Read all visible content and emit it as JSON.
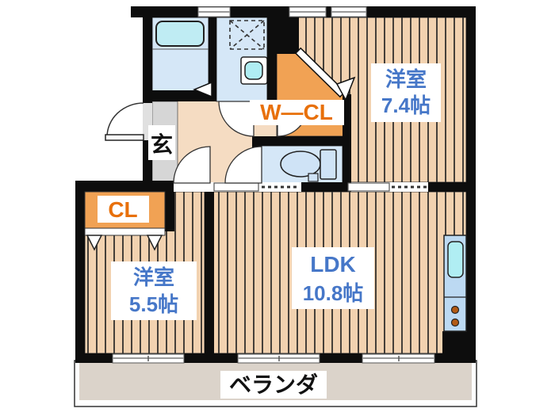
{
  "plan": {
    "rooms": {
      "bedroom1": {
        "name": "洋室",
        "size": "7.4帖"
      },
      "bedroom2": {
        "name": "洋室",
        "size": "5.5帖"
      },
      "ldk": {
        "name": "LDK",
        "size": "10.8帖"
      },
      "walk_in_closet": {
        "label": "W―CL"
      },
      "closet": {
        "label": "CL"
      },
      "entrance": {
        "label": "玄"
      },
      "balcony": {
        "label": "ベランダ"
      }
    },
    "colors": {
      "wall": "#0d0d0d",
      "floor_board": "#f2d2b0",
      "floor_line": "#46403a",
      "hallway": "#f5dcc2",
      "closet_orange": "#f1a254",
      "wet_room_blue": "#d5e7f7",
      "bathtub_cyan": "#bfecf3",
      "kitchen_blue": "#bcd9f2",
      "sink_cyan": "#b0eef3",
      "balcony_beige": "#dbd3ca",
      "tataki_gray": "#d6d6d6",
      "label_blue": "#4677c8",
      "label_orange": "#e8700a"
    }
  }
}
